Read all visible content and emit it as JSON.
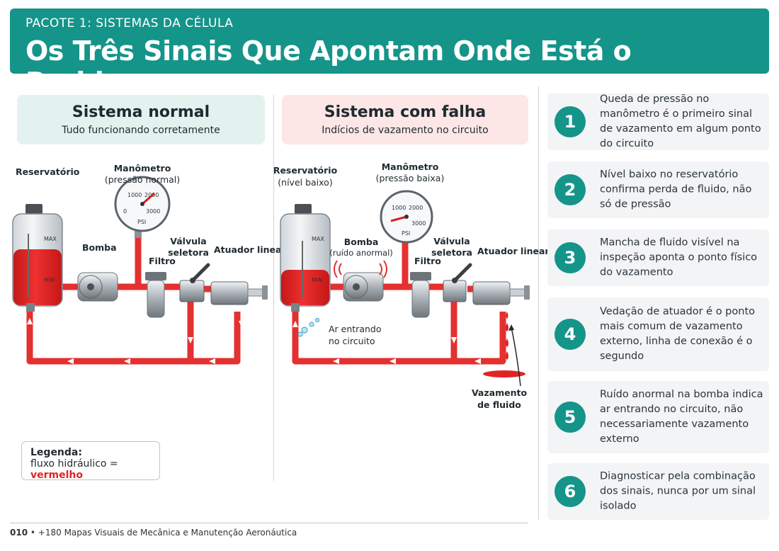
{
  "header": {
    "kicker": "PACOTE 1: SISTEMAS DA CÉLULA",
    "title": "Os Três Sinais Que Apontam Onde Está o Problema"
  },
  "normal": {
    "title": "Sistema normal",
    "subtitle": "Tudo funcionando corretamente",
    "labels": {
      "reservoir": "Reservatório",
      "gauge": "Manômetro",
      "gauge_sub": "(pressão normal)",
      "pump": "Bomba",
      "filter": "Filtro",
      "valve_1": "Válvula",
      "valve_2": "seletora",
      "actuator": "Atuador linear"
    }
  },
  "fault": {
    "title": "Sistema com falha",
    "subtitle": "Indícios de vazamento no circuito",
    "labels": {
      "reservoir": "Reservatório",
      "reservoir_sub": "(nível baixo)",
      "gauge": "Manômetro",
      "gauge_sub": "(pressão baixa)",
      "pump": "Bomba",
      "pump_sub": "(ruído anormal)",
      "filter": "Filtro",
      "valve_1": "Válvula",
      "valve_2": "seletora",
      "actuator": "Atuador linear",
      "air_1": "Ar entrando",
      "air_2": "no circuito",
      "leak_1": "Vazamento",
      "leak_2": "de fluido"
    }
  },
  "gauge_marks": {
    "m1000": "1000",
    "m2000": "2000",
    "m0": "0",
    "m3000": "3000",
    "unit": "PSI"
  },
  "tank_marks": {
    "max": "MAX",
    "min": "MIN"
  },
  "legend": {
    "title": "Legenda:",
    "text": "fluxo hidráulico = ",
    "highlight": "vermelho"
  },
  "signals": [
    {
      "num": "1",
      "text": "Queda de pressão no manômetro é o primeiro sinal de vazamento em algum ponto do circuito"
    },
    {
      "num": "2",
      "text": "Nível baixo no reservatório confirma perda de fluido, não só de pressão"
    },
    {
      "num": "3",
      "text": "Mancha de fluido visível na inspeção aponta o ponto físico do vazamento"
    },
    {
      "num": "4",
      "text": "Vedação de atuador é o ponto mais comum de vazamento externo, linha de conexão é o segundo"
    },
    {
      "num": "5",
      "text": "Ruído anormal na bomba indica ar entrando no circuito, não necessariamente vazamento externo"
    },
    {
      "num": "6",
      "text": "Diagnosticar pela combinação dos sinais, nunca por um sinal isolado"
    }
  ],
  "footer": {
    "page": "010",
    "sep": "•",
    "text": "+180 Mapas Visuais de Mecânica e Manutenção Aeronáutica"
  },
  "colors": {
    "teal": "#15948a",
    "fluid": "#e02424"
  }
}
